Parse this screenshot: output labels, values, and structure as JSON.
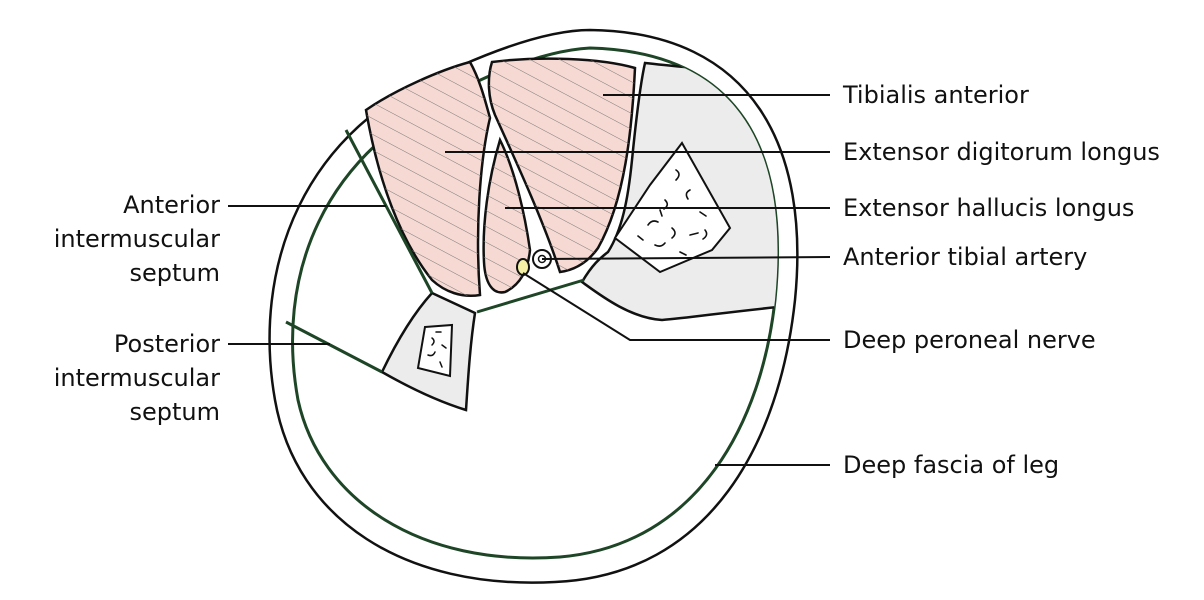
{
  "labels": {
    "tibialis_anterior": "Tibialis anterior",
    "extensor_digitorum_longus": "Extensor digitorum longus",
    "extensor_hallucis_longus": "Extensor hallucis longus",
    "anterior_tibial_artery": "Anterior tibial artery",
    "deep_peroneal_nerve": "Deep peroneal nerve",
    "deep_fascia_of_leg": "Deep fascia of leg",
    "anterior_intermuscular_septum": [
      "Anterior",
      "intermuscular",
      "septum"
    ],
    "posterior_intermuscular_septum": [
      "Posterior",
      "intermuscular",
      "septum"
    ]
  },
  "colors": {
    "fascia": "#1d4526",
    "outline": "#111111",
    "muscle_fill": "#f6d9d2",
    "bone_fill": "#ececec",
    "nerve_fill": "#f4f1a6",
    "skin_fill": "#ffffff"
  }
}
